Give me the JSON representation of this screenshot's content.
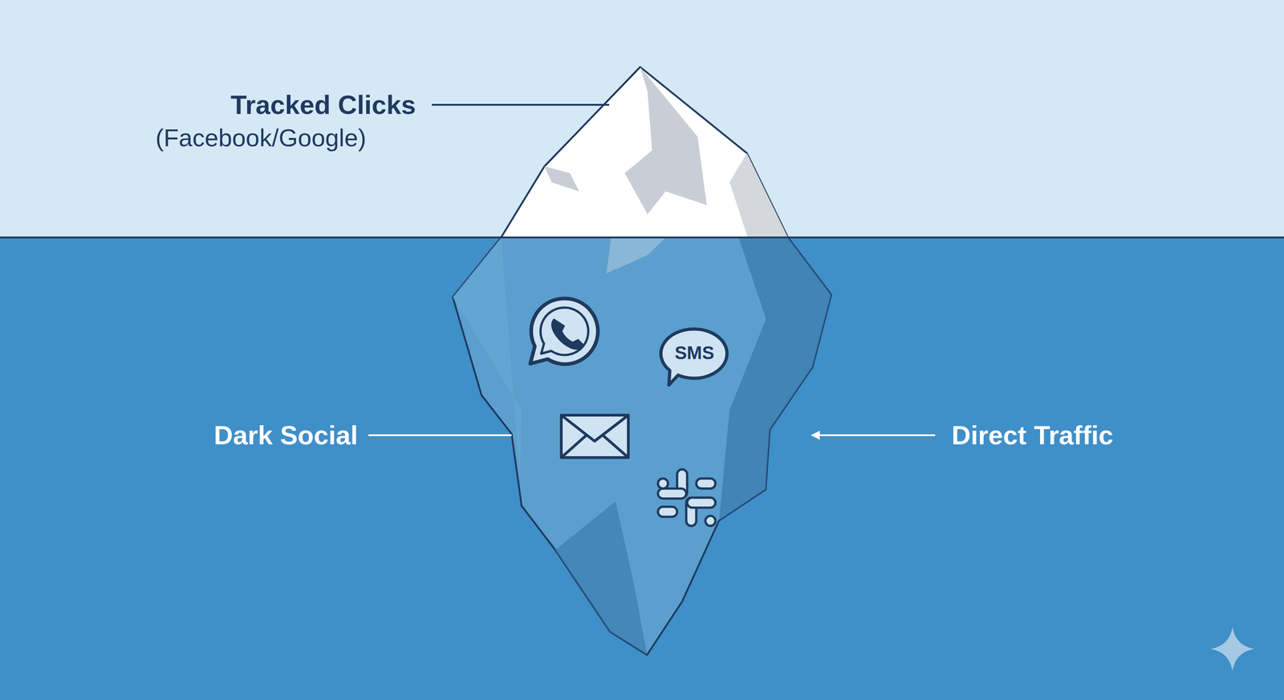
{
  "diagram": {
    "labels": [
      "Tracked Clicks",
      "(Facebook/Google)",
      "SMS",
      "Dark Social",
      "Direct Traffic"
    ]
  }
}
